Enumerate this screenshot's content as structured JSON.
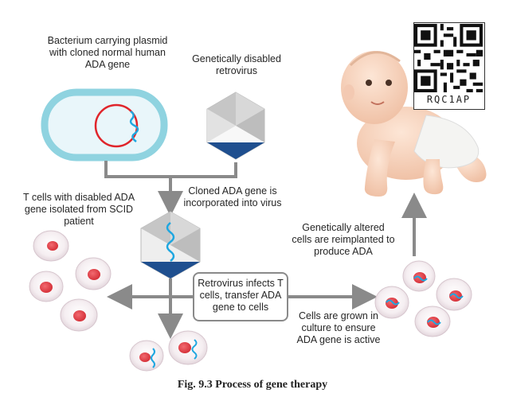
{
  "labels": {
    "bacterium": "Bacterium carrying plasmid with cloned normal human ADA gene",
    "retrovirus": "Genetically disabled retrovirus",
    "cloned_gene": "Cloned ADA gene is incorporated into virus",
    "t_cells": "T cells with disabled ADA gene isolated from SCID patient",
    "infects": "Retrovirus infects T cells, transfer ADA gene to cells",
    "grown": "Cells are grown in culture to ensure ADA gene is active",
    "reimplanted": "Genetically altered cells are reimplanted to produce ADA"
  },
  "qr_code_text": "RQC1AP",
  "caption": "Fig. 9.3 Process of gene therapy",
  "colors": {
    "bacterium_outline": "#8fd3e0",
    "plasmid": "#e0252b",
    "gene": "#1fa7e0",
    "virus_dark": "#1f4f8f",
    "arrow": "#8a8a8a",
    "cell_nucleus": "#e2414a"
  }
}
